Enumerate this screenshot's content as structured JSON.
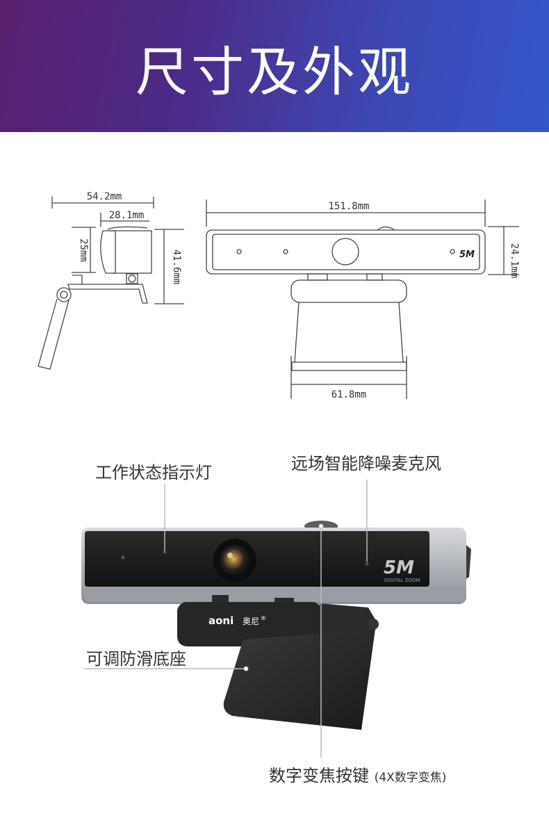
{
  "banner": {
    "title": "尺寸及外观"
  },
  "dimensions": {
    "side_width": "54.2mm",
    "side_depth": "28.1mm",
    "side_height_top": "25mm",
    "side_height_total": "41.6mm",
    "front_width": "151.8mm",
    "front_height": "24.1mm",
    "base_width": "61.8mm"
  },
  "camera": {
    "badge_big": "5M",
    "badge_small": "DIGITAL ZOOM",
    "brand": "aoni",
    "brand_cn": "奥尼",
    "brand_mark": "®"
  },
  "callouts": {
    "indicator": "工作状态指示灯",
    "microphone": "远场智能降噪麦克风",
    "base": "可调防滑底座",
    "zoom_main": "数字变焦按键",
    "zoom_note": "(4X数字变焦)"
  },
  "colors": {
    "banner_start": "#5a1f6f",
    "banner_end": "#3456c9",
    "line": "#444444",
    "camera_body": "#1c1c1c",
    "camera_frame": "#b8bcc2",
    "badge": "#c8c8c8"
  }
}
